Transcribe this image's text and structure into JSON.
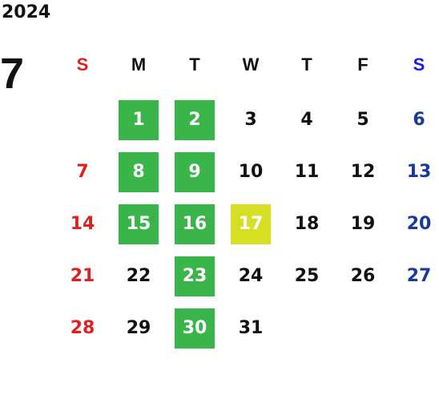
{
  "calendar": {
    "year": "2024",
    "month": "7",
    "weekdays": [
      {
        "label": "S",
        "kind": "sun"
      },
      {
        "label": "M",
        "kind": "weekday"
      },
      {
        "label": "T",
        "kind": "weekday"
      },
      {
        "label": "W",
        "kind": "weekday"
      },
      {
        "label": "T",
        "kind": "weekday"
      },
      {
        "label": "F",
        "kind": "weekday"
      },
      {
        "label": "S",
        "kind": "sat"
      }
    ],
    "colors": {
      "sunday": "#e02020",
      "saturday_header": "#1a1aee",
      "saturday": "#1a3a99",
      "highlight_green": "#3ab54a",
      "highlight_yellow": "#d6df23"
    },
    "weeks": [
      [
        {
          "day": ""
        },
        {
          "day": "1",
          "highlight": "green"
        },
        {
          "day": "2",
          "highlight": "green"
        },
        {
          "day": "3"
        },
        {
          "day": "4"
        },
        {
          "day": "5"
        },
        {
          "day": "6"
        }
      ],
      [
        {
          "day": "7"
        },
        {
          "day": "8",
          "highlight": "green"
        },
        {
          "day": "9",
          "highlight": "green"
        },
        {
          "day": "10"
        },
        {
          "day": "11"
        },
        {
          "day": "12"
        },
        {
          "day": "13"
        }
      ],
      [
        {
          "day": "14"
        },
        {
          "day": "15",
          "highlight": "green"
        },
        {
          "day": "16",
          "highlight": "green"
        },
        {
          "day": "17",
          "highlight": "yellow"
        },
        {
          "day": "18"
        },
        {
          "day": "19"
        },
        {
          "day": "20"
        }
      ],
      [
        {
          "day": "21"
        },
        {
          "day": "22"
        },
        {
          "day": "23",
          "highlight": "green"
        },
        {
          "day": "24"
        },
        {
          "day": "25"
        },
        {
          "day": "26"
        },
        {
          "day": "27"
        }
      ],
      [
        {
          "day": "28"
        },
        {
          "day": "29"
        },
        {
          "day": "30",
          "highlight": "green"
        },
        {
          "day": "31"
        },
        {
          "day": ""
        },
        {
          "day": ""
        },
        {
          "day": ""
        }
      ]
    ]
  }
}
